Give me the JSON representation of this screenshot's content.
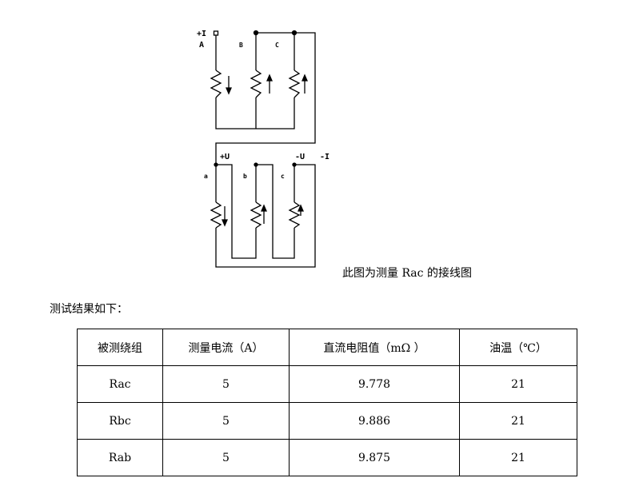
{
  "diagram": {
    "labels": {
      "plus_i": "+I",
      "A": "A",
      "B": "B",
      "C": "C",
      "plus_u": "+U",
      "minus_u": "-U",
      "minus_i": "-I",
      "a": "a",
      "b": "b",
      "c": "c"
    }
  },
  "caption": "此图为测量 Rac 的接线图",
  "intro": "测试结果如下：",
  "table": {
    "headers": [
      "被测绕组",
      "测量电流（A）",
      "直流电阻值（mΩ ）",
      "油温（℃）"
    ],
    "rows": [
      [
        "Rac",
        "5",
        "9.778",
        "21"
      ],
      [
        "Rbc",
        "5",
        "9.886",
        "21"
      ],
      [
        "Rab",
        "5",
        "9.875",
        "21"
      ]
    ]
  }
}
